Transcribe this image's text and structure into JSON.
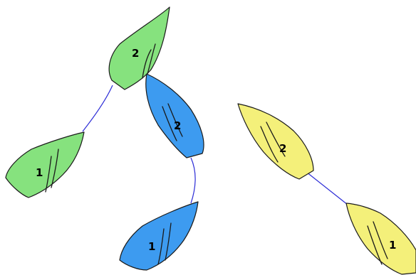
{
  "colors": {
    "green": "#86e27e",
    "blue": "#3d9bf0",
    "yellow": "#f4f07a",
    "rope": "#2b2bd6"
  },
  "pairs": [
    {
      "color_key": "green",
      "front_label": "2",
      "rear_label": "1"
    },
    {
      "color_key": "blue",
      "front_label": "2",
      "rear_label": "1"
    },
    {
      "color_key": "yellow",
      "front_label": "2",
      "rear_label": "1"
    }
  ]
}
